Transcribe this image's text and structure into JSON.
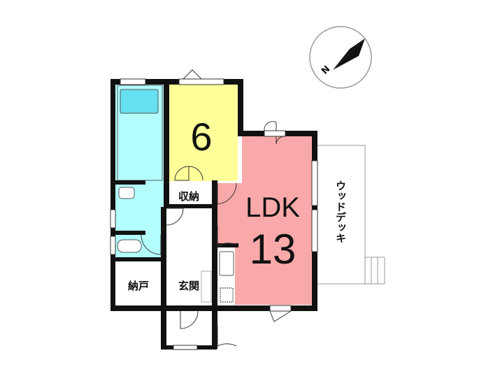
{
  "compass": {
    "label": "N"
  },
  "rooms": {
    "western_room": {
      "label": "6",
      "color": "#ffff99"
    },
    "ldk": {
      "label": "LDK",
      "size": "13",
      "color": "#f9a9a9"
    },
    "storage": {
      "label": "収納"
    },
    "closet": {
      "label": "納戸"
    },
    "entrance": {
      "label": "玄関"
    },
    "wood_deck": {
      "label": "ウッドデッキ"
    },
    "wet_area": {
      "color": "#b3ffff",
      "bath_color": "#66e0f0"
    }
  }
}
